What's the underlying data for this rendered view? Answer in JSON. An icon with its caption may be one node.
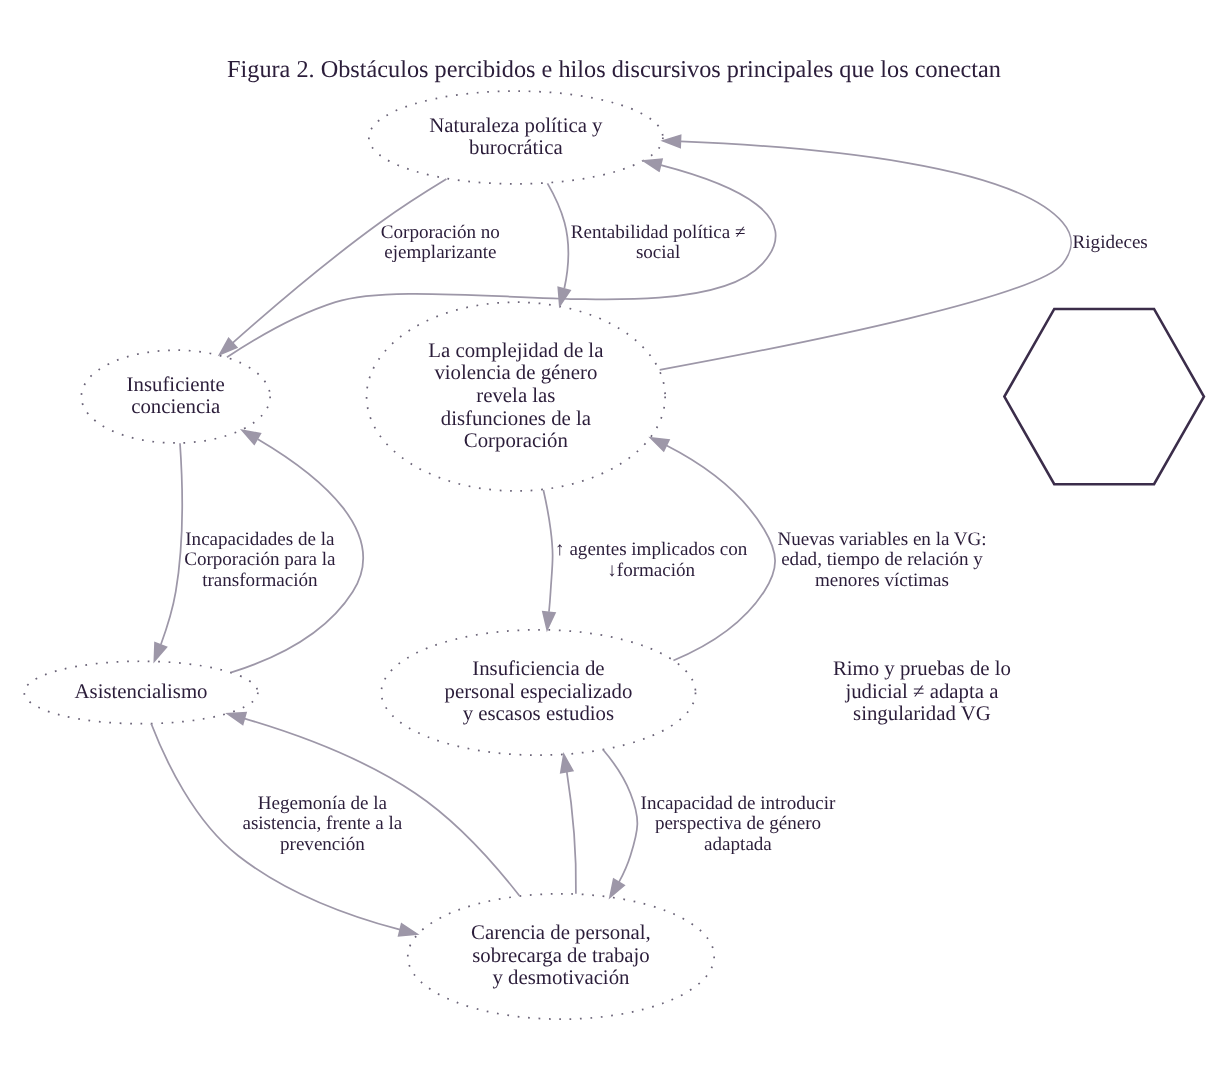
{
  "diagram": {
    "title": "Figura 2. Obstáculos percibidos e hilos discursivos principales que los conectan",
    "nodes": [
      {
        "text": [
          "Naturaleza política y burocrática"
        ]
      },
      {
        "text": [
          "Insuficiente conciencia"
        ]
      },
      {
        "text": [
          "La complejidad de la violencia de género revela las disfunciones de la Corporación"
        ]
      },
      {
        "text": [
          "Asistencialismo"
        ]
      },
      {
        "text": [
          "Insuficiencia de personal especializado y escasos estudios"
        ]
      },
      {
        "text": [
          "Carencia de personal, sobrecarga de trabajo y desmotivación"
        ]
      },
      {
        "text": [],
        "shape": "hexagon"
      }
    ],
    "edges": [
      {
        "from": 0,
        "to": 1,
        "arrow": "to",
        "label": "Corporación no ejemplarizante"
      },
      {
        "from": 1,
        "to": 0,
        "arrow": "to"
      },
      {
        "from": 0,
        "to": 2,
        "arrow": "to",
        "label": "Rentabilidad política ≠ social"
      },
      {
        "from": 2,
        "to": 0,
        "arrow": "to",
        "label": "Rigideces"
      },
      {
        "from": 1,
        "to": 3,
        "arrow": "to",
        "label": "Incapacidades de la Corporación para la transformación"
      },
      {
        "from": 3,
        "to": 1,
        "arrow": "to"
      },
      {
        "from": 2,
        "to": 4,
        "arrow": "to",
        "label": "↑ agentes implicados con ↓formación"
      },
      {
        "from": 4,
        "to": 2,
        "arrow": "to",
        "label": "Nuevas variables en la VG: edad, tiempo de relación y menores víctimas"
      },
      {
        "from": 3,
        "to": 5,
        "arrow": "to",
        "label": "Hegemonía de la asistencia, frente a la prevención"
      },
      {
        "from": 5,
        "to": 3,
        "arrow": "to"
      },
      {
        "from": 4,
        "to": 5,
        "arrow": "to",
        "label": "Incapacidad de introducir perspectiva de género adaptada"
      },
      {
        "from": 5,
        "to": 4,
        "arrow": "to"
      }
    ],
    "labels": [
      "Rimo y pruebas de lo judicial ≠ adapta a singularidad VG"
    ]
  }
}
